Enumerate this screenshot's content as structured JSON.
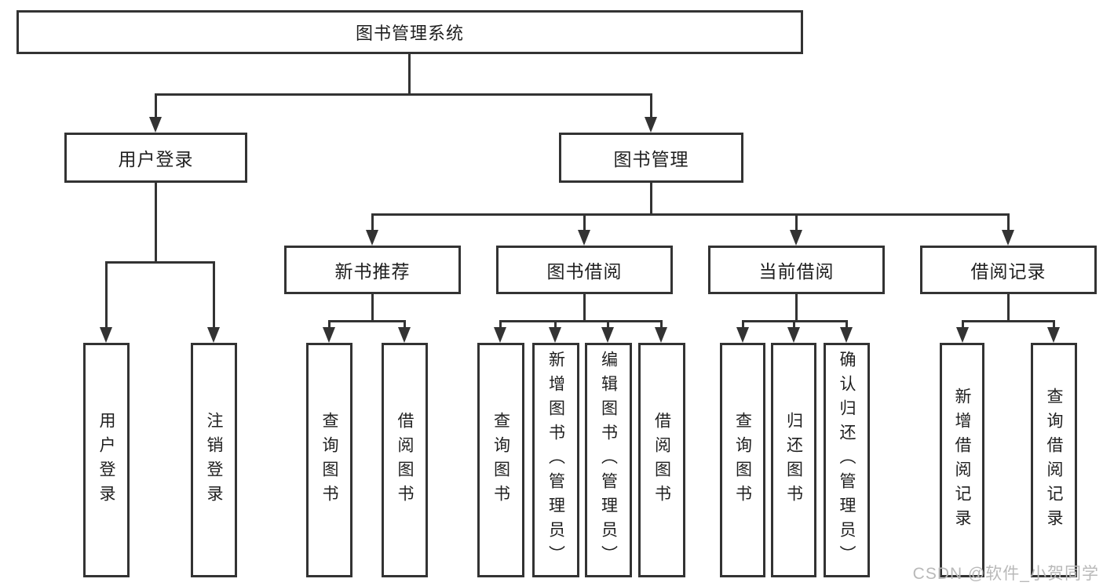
{
  "tree": {
    "root": {
      "label": "图书管理系统"
    },
    "branches": [
      {
        "label": "用户登录",
        "children": [
          {
            "label": "用户登录"
          },
          {
            "label": "注销登录"
          }
        ]
      },
      {
        "label": "图书管理",
        "children": [
          {
            "label": "新书推荐",
            "children": [
              {
                "label": "查询图书"
              },
              {
                "label": "借阅图书"
              }
            ]
          },
          {
            "label": "图书借阅",
            "children": [
              {
                "label": "查询图书"
              },
              {
                "label": "新增图书（管理员）"
              },
              {
                "label": "编辑图书（管理员）"
              },
              {
                "label": "借阅图书"
              }
            ]
          },
          {
            "label": "当前借阅",
            "children": [
              {
                "label": "查询图书"
              },
              {
                "label": "归还图书"
              },
              {
                "label": "确认归还（管理员）"
              }
            ]
          },
          {
            "label": "借阅记录",
            "children": [
              {
                "label": "新增借阅记录"
              },
              {
                "label": "查询借阅记录"
              }
            ]
          }
        ]
      }
    ]
  },
  "watermark": {
    "text": "CSDN @软件_小贺同学"
  },
  "colors": {
    "line": "#333333",
    "text": "#1f1f1f",
    "watermark": "#b9b9b9",
    "box_background": "#ffffff",
    "page_background": "#ffffff"
  }
}
